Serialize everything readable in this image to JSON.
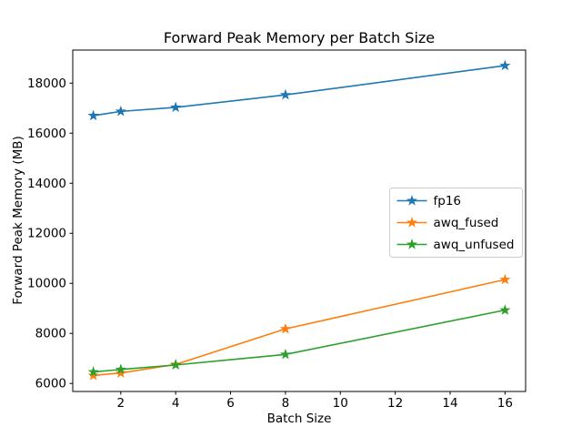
{
  "chart_data": {
    "type": "line",
    "title": "Forward Peak Memory per Batch Size",
    "xlabel": "Batch Size",
    "ylabel": "Forward Peak Memory (MB)",
    "x": [
      1,
      2,
      4,
      8,
      16
    ],
    "series": [
      {
        "name": "fp16",
        "color": "#1f77b4",
        "values": [
          16700,
          16870,
          17030,
          17530,
          18700
        ]
      },
      {
        "name": "awq_fused",
        "color": "#ff7f0e",
        "values": [
          6320,
          6420,
          6760,
          8180,
          10150
        ]
      },
      {
        "name": "awq_unfused",
        "color": "#2ca02c",
        "values": [
          6460,
          6560,
          6740,
          7160,
          8930
        ]
      }
    ],
    "xticks": [
      2,
      4,
      6,
      8,
      10,
      12,
      14,
      16
    ],
    "yticks": [
      6000,
      8000,
      10000,
      12000,
      14000,
      16000,
      18000
    ],
    "xlim": [
      0.25,
      16.75
    ],
    "ylim": [
      5680,
      19320
    ],
    "marker": "star",
    "grid": false,
    "legend": {
      "position": "center-right",
      "entries": [
        "fp16",
        "awq_fused",
        "awq_unfused"
      ],
      "frame_color": "#cccccc",
      "background": "#ffffff"
    },
    "colors": {
      "axes_edge": "#000000",
      "figure_background": "#ffffff"
    }
  }
}
